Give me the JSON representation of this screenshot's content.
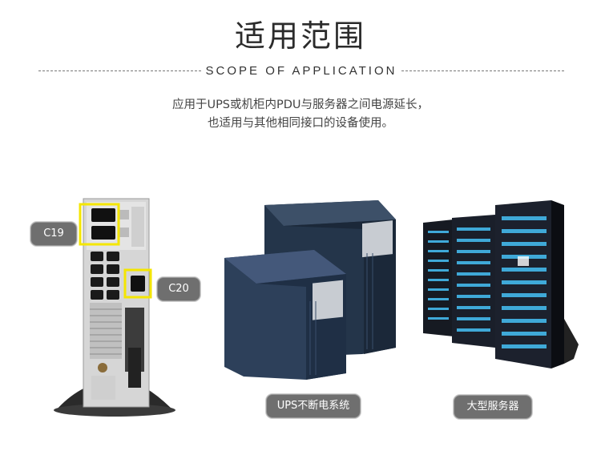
{
  "header": {
    "title": "适用范围",
    "subtitle": "SCOPE OF APPLICATION"
  },
  "description": {
    "line1": "应用于UPS或机柜内PDU与服务器之间电源延长，",
    "line2": "也适用与其他相同接口的设备使用。"
  },
  "labels": {
    "c19": "C19",
    "c20": "C20",
    "ups": "UPS不断电系统",
    "server": "大型服务器"
  },
  "colors": {
    "highlight": "#f4e600",
    "pill_bg": "#6f6f6f"
  }
}
